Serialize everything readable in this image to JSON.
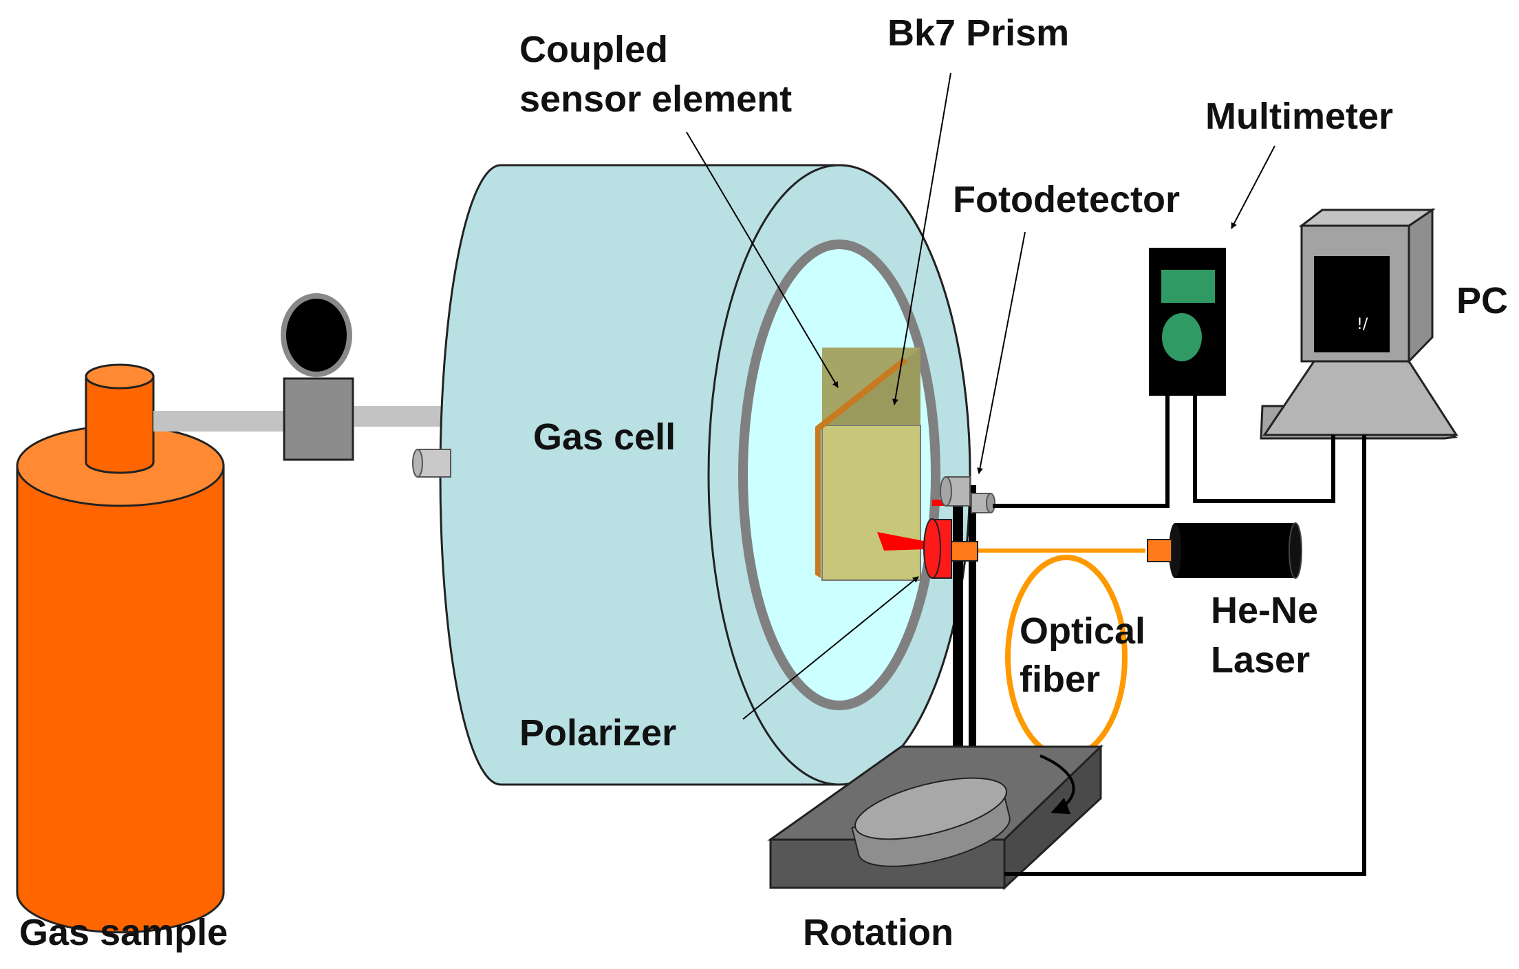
{
  "labels": {
    "coupled_line1": "Coupled",
    "coupled_line2": "sensor element",
    "bk7_prism": "Bk7 Prism",
    "multimeter": "Multimeter",
    "fotodetector": "Fotodetector",
    "pc": "PC",
    "gas_cell": "Gas cell",
    "optical_line1": "Optical",
    "optical_line2": "fiber",
    "laser_line1": "He-Ne",
    "laser_line2": "Laser",
    "polarizer": "Polarizer",
    "gas_sample": "Gas sample",
    "rotation": "Rotation"
  },
  "colors": {
    "cylinder": "#ff6600",
    "cylinder_top": "#ff8a33",
    "gas_cell": "#b9e0e3",
    "gas_cell_window": "#ccffff",
    "prism": "#c8c678",
    "prism_top": "#9a9a5c",
    "sensor_film": "#c87a20",
    "polarizer": "#ff1a1a",
    "fiber": "#ff9900",
    "meter_display": "#2f9a64",
    "pc_body": "#a3a3a3",
    "stage": "#6e6e6e"
  }
}
